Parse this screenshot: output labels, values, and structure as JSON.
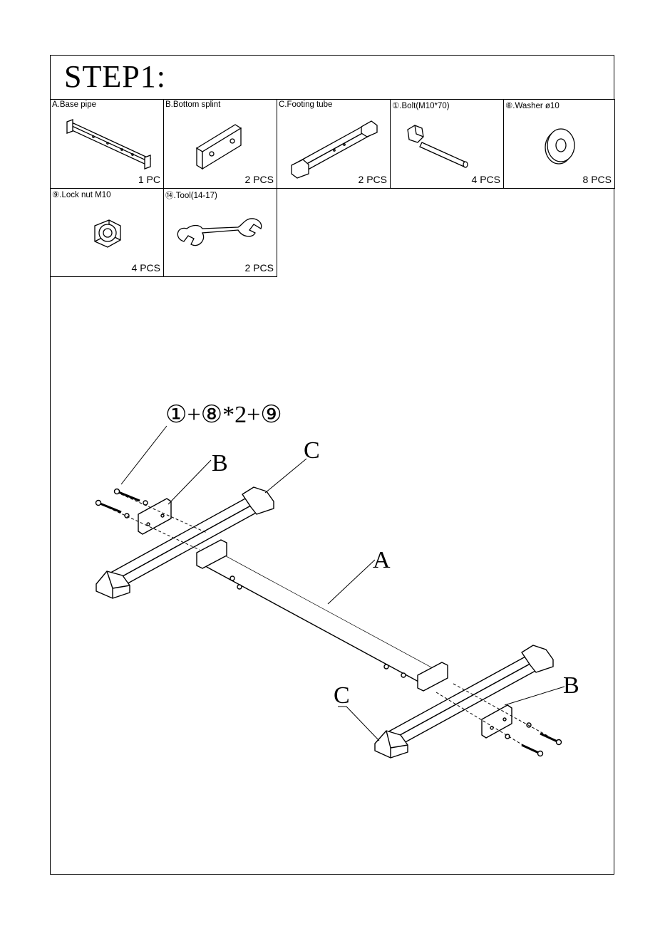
{
  "title": "STEP1:",
  "parts": [
    {
      "name": "A.Base pipe",
      "qty": "1 PC"
    },
    {
      "name": "B.Bottom splint",
      "qty": "2 PCS"
    },
    {
      "name": "C.Footing tube",
      "qty": "2 PCS"
    },
    {
      "name": "①.Bolt(M10*70)",
      "qty": "4 PCS"
    },
    {
      "name": "⑧.Washer ø10",
      "qty": "8 PCS"
    },
    {
      "name": "⑨.Lock nut M10",
      "qty": "4 PCS"
    },
    {
      "name": "⑭.Tool(14-17)",
      "qty": "2 PCS"
    }
  ],
  "diagram": {
    "formula": "①+⑧*2+⑨",
    "label_a": "A",
    "label_b_top": "B",
    "label_b_bottom": "B",
    "label_c_top": "C",
    "label_c_bottom": "C"
  }
}
